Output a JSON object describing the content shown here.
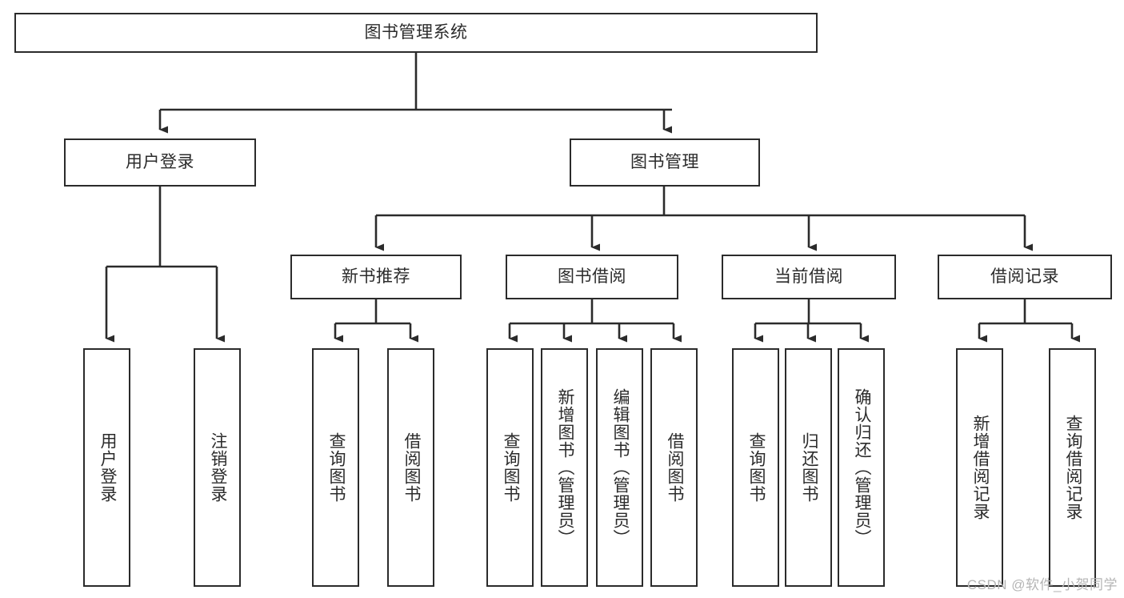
{
  "diagram": {
    "type": "tree-hierarchy",
    "title": "图书管理系统",
    "orientation": "top-down",
    "edge_style": "orthogonal-arrow",
    "colors": {
      "box_border": "#2b2b2b",
      "box_fill": "#ffffff",
      "line": "#2b2b2b",
      "text": "#2b2b2b",
      "watermark": "#b5b5b5",
      "background": "#ffffff"
    },
    "root": {
      "id": "root",
      "label": "图书管理系统",
      "orientation": "horizontal"
    },
    "level2": [
      {
        "id": "user-login",
        "label": "用户登录",
        "orientation": "horizontal"
      },
      {
        "id": "book-manage",
        "label": "图书管理",
        "orientation": "horizontal"
      }
    ],
    "level3": [
      {
        "id": "new-book-rec",
        "label": "新书推荐",
        "parent": "book-manage",
        "orientation": "horizontal"
      },
      {
        "id": "book-borrow",
        "label": "图书借阅",
        "parent": "book-manage",
        "orientation": "horizontal"
      },
      {
        "id": "current-borrow",
        "label": "当前借阅",
        "parent": "book-manage",
        "orientation": "horizontal"
      },
      {
        "id": "borrow-record",
        "label": "借阅记录",
        "parent": "book-manage",
        "orientation": "horizontal"
      }
    ],
    "leaves": [
      {
        "id": "leaf-user-login",
        "label": "用户登录",
        "parent": "user-login",
        "orientation": "vertical"
      },
      {
        "id": "leaf-logout",
        "label": "注销登录",
        "parent": "user-login",
        "orientation": "vertical"
      },
      {
        "id": "leaf-query-book-1",
        "label": "查询图书",
        "parent": "new-book-rec",
        "orientation": "vertical"
      },
      {
        "id": "leaf-borrow-book-1",
        "label": "借阅图书",
        "parent": "new-book-rec",
        "orientation": "vertical"
      },
      {
        "id": "leaf-query-book-2",
        "label": "查询图书",
        "parent": "book-borrow",
        "orientation": "vertical"
      },
      {
        "id": "leaf-add-book",
        "label": "新增图书（管理员）",
        "parent": "book-borrow",
        "orientation": "vertical"
      },
      {
        "id": "leaf-edit-book",
        "label": "编辑图书（管理员）",
        "parent": "book-borrow",
        "orientation": "vertical"
      },
      {
        "id": "leaf-borrow-book-2",
        "label": "借阅图书",
        "parent": "book-borrow",
        "orientation": "vertical"
      },
      {
        "id": "leaf-query-book-3",
        "label": "查询图书",
        "parent": "current-borrow",
        "orientation": "vertical"
      },
      {
        "id": "leaf-return-book",
        "label": "归还图书",
        "parent": "current-borrow",
        "orientation": "vertical"
      },
      {
        "id": "leaf-confirm-return",
        "label": "确认归还（管理员）",
        "parent": "current-borrow",
        "orientation": "vertical"
      },
      {
        "id": "leaf-add-record",
        "label": "新增借阅记录",
        "parent": "borrow-record",
        "orientation": "vertical"
      },
      {
        "id": "leaf-query-record",
        "label": "查询借阅记录",
        "parent": "borrow-record",
        "orientation": "vertical"
      }
    ],
    "watermark": "CSDN @软件_小贺同学"
  }
}
